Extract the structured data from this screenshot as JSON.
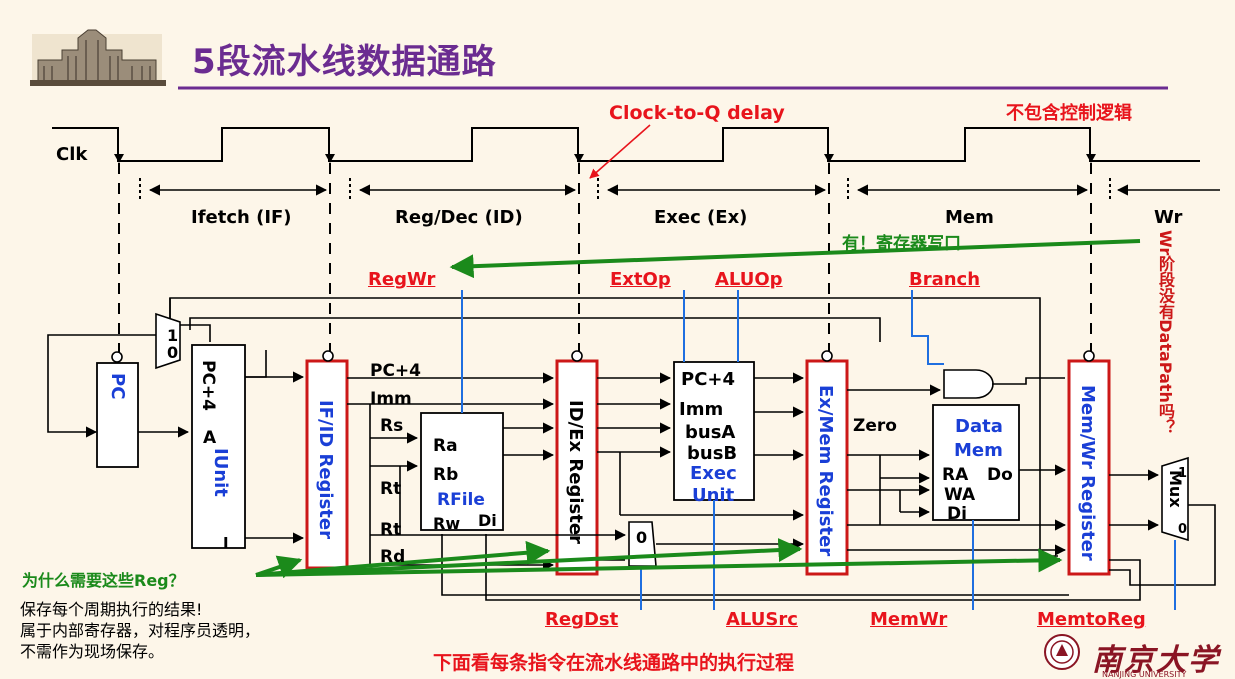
{
  "header": {
    "title": "5段流水线数据通路"
  },
  "annotations": {
    "clock_to_q": "Clock-to-Q delay",
    "no_control": "不包含控制逻辑",
    "write_back_note": "有！寄存器写口",
    "wr_note": "Wr阶段没有DataPath吗？",
    "question": "为什么需要这些Reg？",
    "notes": [
      "保存每个周期执行的结果!",
      "属于内部寄存器，对程序员透明，",
      "不需作为现场保存。"
    ],
    "footer": "下面看每条指令在流水线通路中的执行过程"
  },
  "clock": {
    "label": "Clk"
  },
  "stages": [
    "Ifetch (IF)",
    "Reg/Dec (ID)",
    "Exec (Ex)",
    "Mem",
    "Wr"
  ],
  "control_signals": {
    "regwr": "RegWr",
    "extop": "ExtOp",
    "aluop": "ALUOp",
    "branch": "Branch",
    "regdst": "RegDst",
    "alusrc": "ALUSrc",
    "memwr": "MemWr",
    "memtoreg": "MemtoReg"
  },
  "units": {
    "pc": "PC",
    "iunit": {
      "name": "IUnit",
      "pc4": "PC+4",
      "a": "A",
      "i": "I"
    },
    "ifid": "IF/ID Register",
    "idex": "ID/Ex Register",
    "exmem": "Ex/Mem Register",
    "memwr_reg": "Mem/Wr Register",
    "rfile": {
      "name": "RFile",
      "ra": "Ra",
      "rb": "Rb",
      "rw": "Rw",
      "di": "Di"
    },
    "exec": {
      "name": "Exec",
      "name2": "Unit",
      "pc4": "PC+4",
      "imm": "Imm",
      "busa": "busA",
      "busb": "busB"
    },
    "dmem": {
      "name": "Data",
      "name2": "Mem",
      "ra": "RA",
      "do": "Do",
      "wa": "WA",
      "di": "Di"
    },
    "mux_pc": {
      "one": "1",
      "zero": "0"
    },
    "mux_dst": {
      "zero": "0"
    },
    "mux_wb": {
      "label": "Mux",
      "one": "1",
      "zero": "0"
    },
    "zero": "Zero"
  },
  "wires": {
    "pc4": "PC+4",
    "imm": "Imm",
    "rs": "Rs",
    "rt1": "Rt",
    "rt2": "Rt",
    "rd": "Rd"
  },
  "logo": {
    "text": "南京大学",
    "sub": "NANJING UNIVERSITY"
  },
  "colors": {
    "title": "#6b2c91",
    "red": "#e8141c",
    "green": "#1b8a1b",
    "blue": "#1a3fd6",
    "wire": "#1f6fe0",
    "reg": "#cc1818"
  }
}
